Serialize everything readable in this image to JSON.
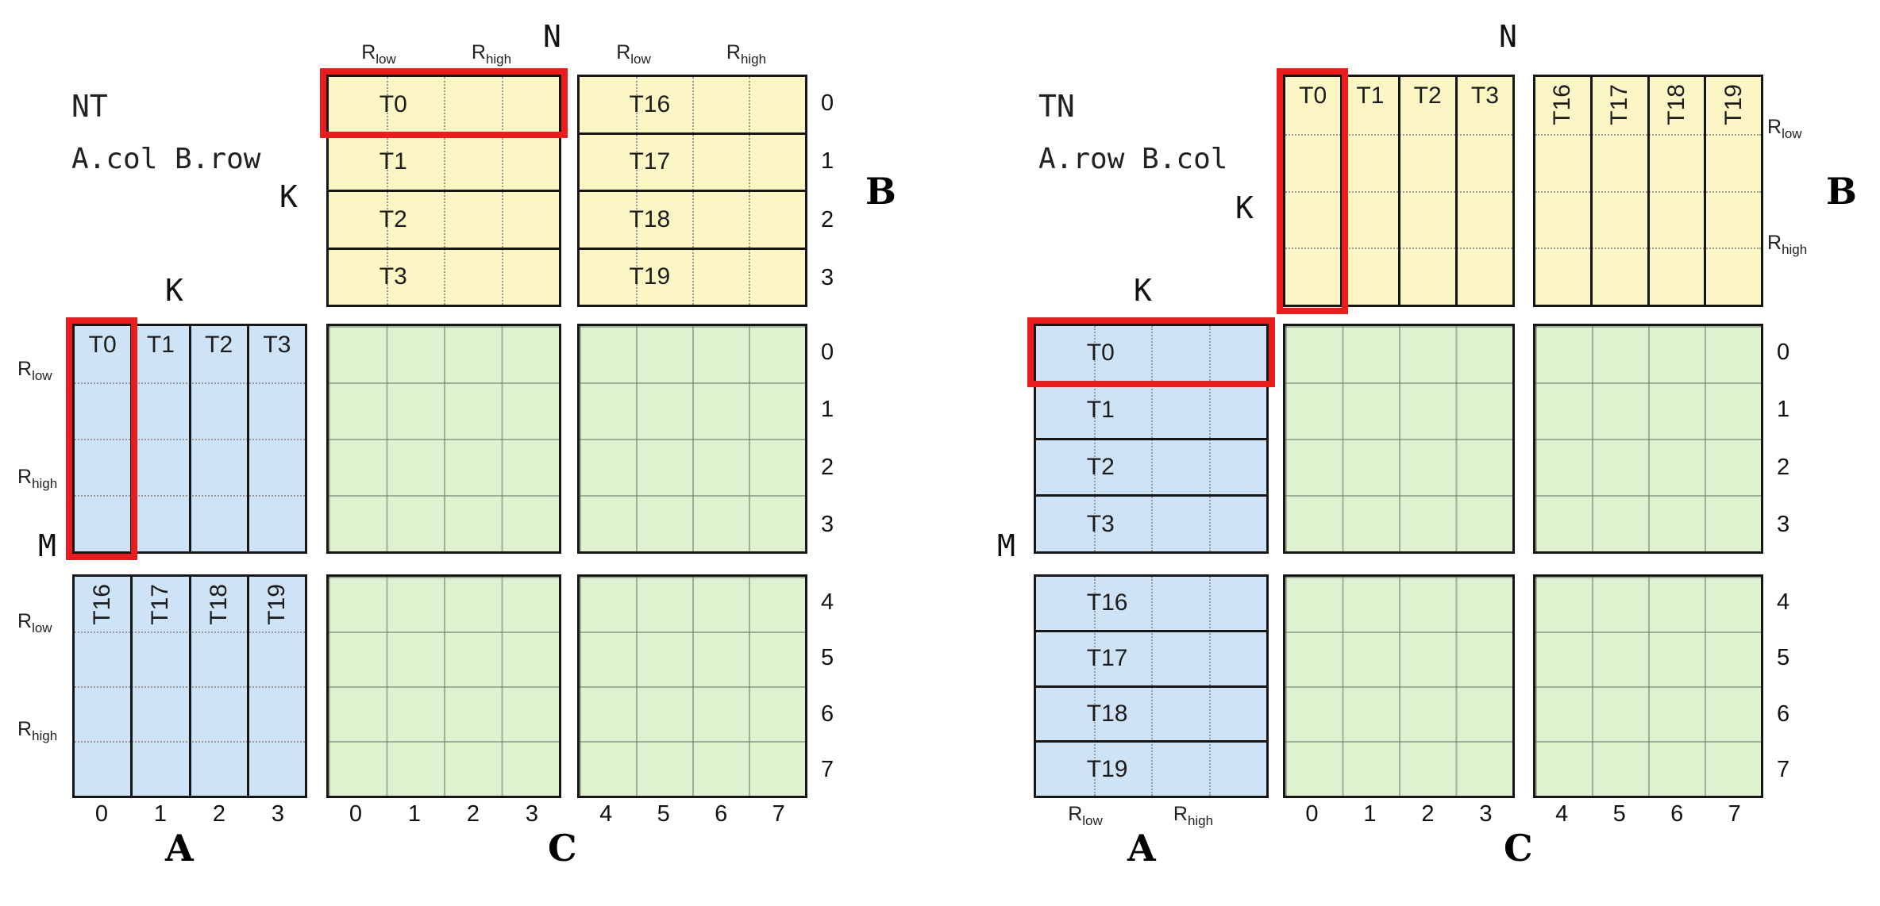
{
  "colors": {
    "a_fill": "#cfe3f7",
    "b_fill": "#fcf6c5",
    "c_fill": "#def2d0",
    "hl": "#ea1c1c"
  },
  "panels": {
    "left": {
      "title": "NT",
      "subtitle": "A.col B.row"
    },
    "right": {
      "title": "TN",
      "subtitle": "A.row B.col"
    }
  },
  "labels": {
    "r": "R",
    "low": "low",
    "high": "high",
    "n": "N",
    "k": "K",
    "m": "M",
    "a": "A",
    "b": "B",
    "c": "C"
  },
  "tiles": {
    "g1": [
      "T0",
      "T1",
      "T2",
      "T3"
    ],
    "g2": [
      "T16",
      "T17",
      "T18",
      "T19"
    ]
  },
  "indices": [
    "0",
    "1",
    "2",
    "3",
    "4",
    "5",
    "6",
    "7"
  ]
}
